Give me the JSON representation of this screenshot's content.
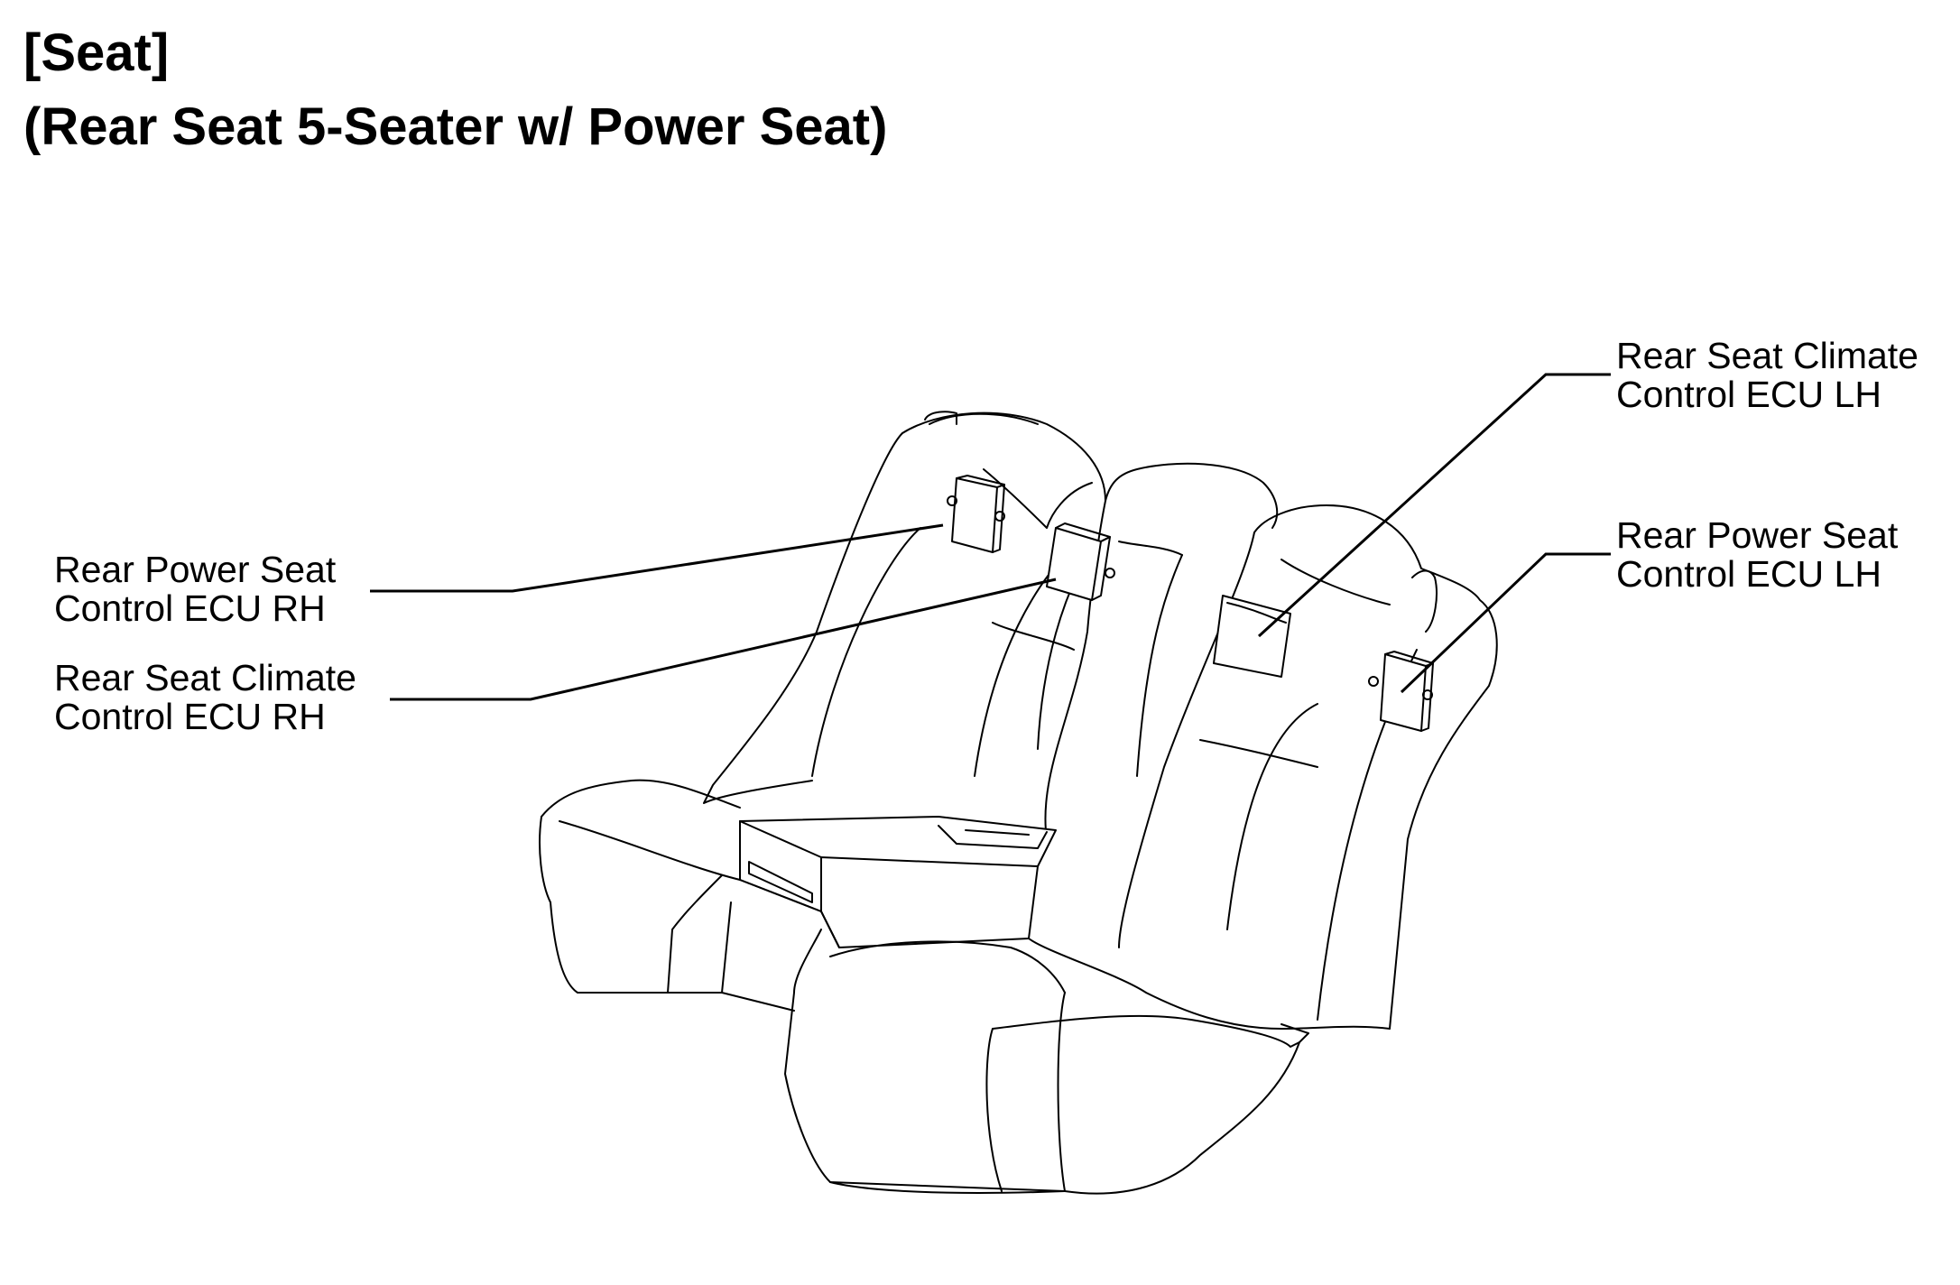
{
  "title": {
    "line1": "[Seat]",
    "line2": "(Rear Seat 5-Seater w/ Power Seat)"
  },
  "callouts": {
    "rear_power_seat_ecu_rh": {
      "line1": "Rear Power Seat",
      "line2": "Control ECU RH"
    },
    "rear_seat_climate_ecu_rh": {
      "line1": "Rear Seat Climate",
      "line2": "Control ECU RH"
    },
    "rear_seat_climate_ecu_lh": {
      "line1": "Rear Seat Climate",
      "line2": "Control ECU LH"
    },
    "rear_power_seat_ecu_lh": {
      "line1": "Rear Power Seat",
      "line2": "Control ECU LH"
    }
  },
  "style": {
    "line_color": "#000000",
    "background": "#ffffff"
  }
}
